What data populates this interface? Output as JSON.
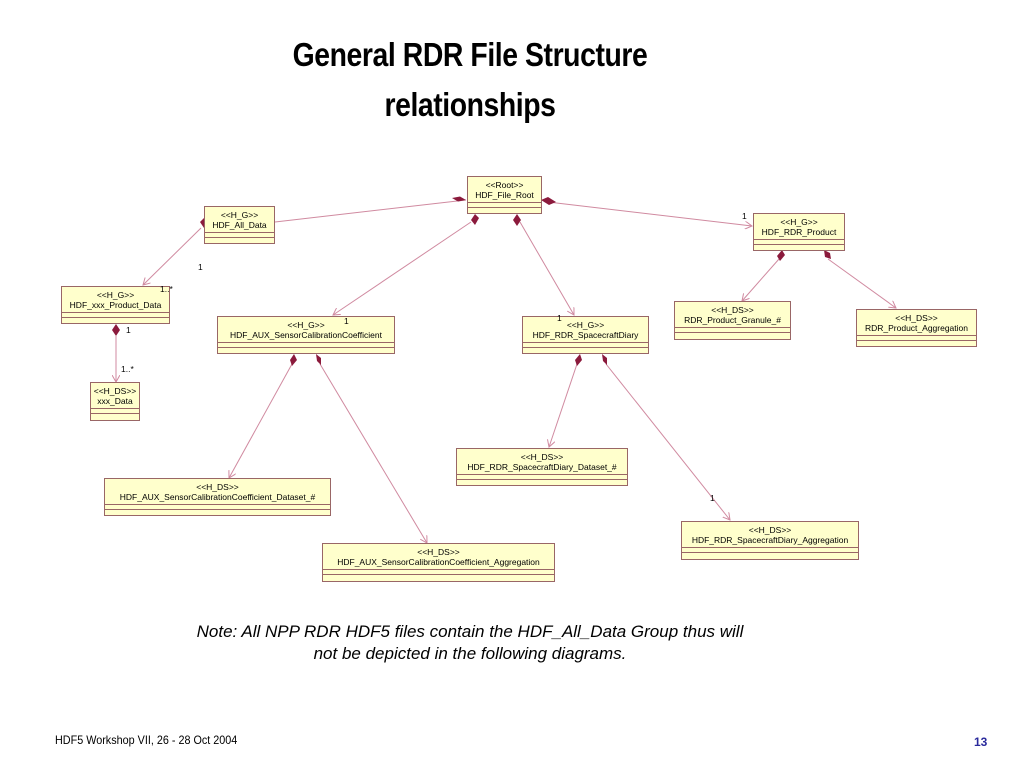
{
  "title_line1": "General RDR File Structure",
  "title_line2": "relationships",
  "nodes": {
    "root": {
      "stereotype": "<<Root>>",
      "name": "HDF_File_Root"
    },
    "all_data": {
      "stereotype": "<<H_G>>",
      "name": "HDF_All_Data"
    },
    "rdr_product": {
      "stereotype": "<<H_G>>",
      "name": "HDF_RDR_Product"
    },
    "xxx_product_data": {
      "stereotype": "<<H_G>>",
      "name": "HDF_xxx_Product_Data"
    },
    "xxx_data": {
      "stereotype": "<<H_DS>>",
      "name": "xxx_Data"
    },
    "aux_scc": {
      "stereotype": "<<H_G>>",
      "name": "HDF_AUX_SensorCalibrationCoefficient"
    },
    "spacecraft_diary": {
      "stereotype": "<<H_G>>",
      "name": "HDF_RDR_SpacecraftDiary"
    },
    "product_granule": {
      "stereotype": "<<H_DS>>",
      "name": "RDR_Product_Granule_#"
    },
    "product_aggregation": {
      "stereotype": "<<H_DS>>",
      "name": "RDR_Product_Aggregation"
    },
    "aux_scc_dataset": {
      "stereotype": "<<H_DS>>",
      "name": "HDF_AUX_SensorCalibrationCoefficient_Dataset_#"
    },
    "aux_scc_aggregation": {
      "stereotype": "<<H_DS>>",
      "name": "HDF_AUX_SensorCalibrationCoefficient_Aggregation"
    },
    "diary_dataset": {
      "stereotype": "<<H_DS>>",
      "name": "HDF_RDR_SpacecraftDiary_Dataset_#"
    },
    "diary_aggregation": {
      "stereotype": "<<H_DS>>",
      "name": "HDF_RDR_SpacecraftDiary_Aggregation"
    }
  },
  "multiplicities": {
    "rdr_product_end": "1",
    "all_data_to_product_data": "1",
    "product_data_many": "1..*",
    "product_data_to_data": "1",
    "data_many": "1..*",
    "aux_scc_end": "1",
    "diary_end": "1",
    "diary_aggregation_end": "1"
  },
  "note_line1": "Note:  All NPP RDR HDF5 files contain the HDF_All_Data Group thus will",
  "note_line2": "not be depicted in the following diagrams.",
  "footer": "HDF5 Workshop VII, 26 - 28 Oct 2004",
  "page_number": "13",
  "colors": {
    "box_fill": "#ffffcc",
    "box_border": "#996666",
    "link": "#d08aa0",
    "diamond": "#8b1a3c",
    "page_number": "#2a2a9c"
  }
}
